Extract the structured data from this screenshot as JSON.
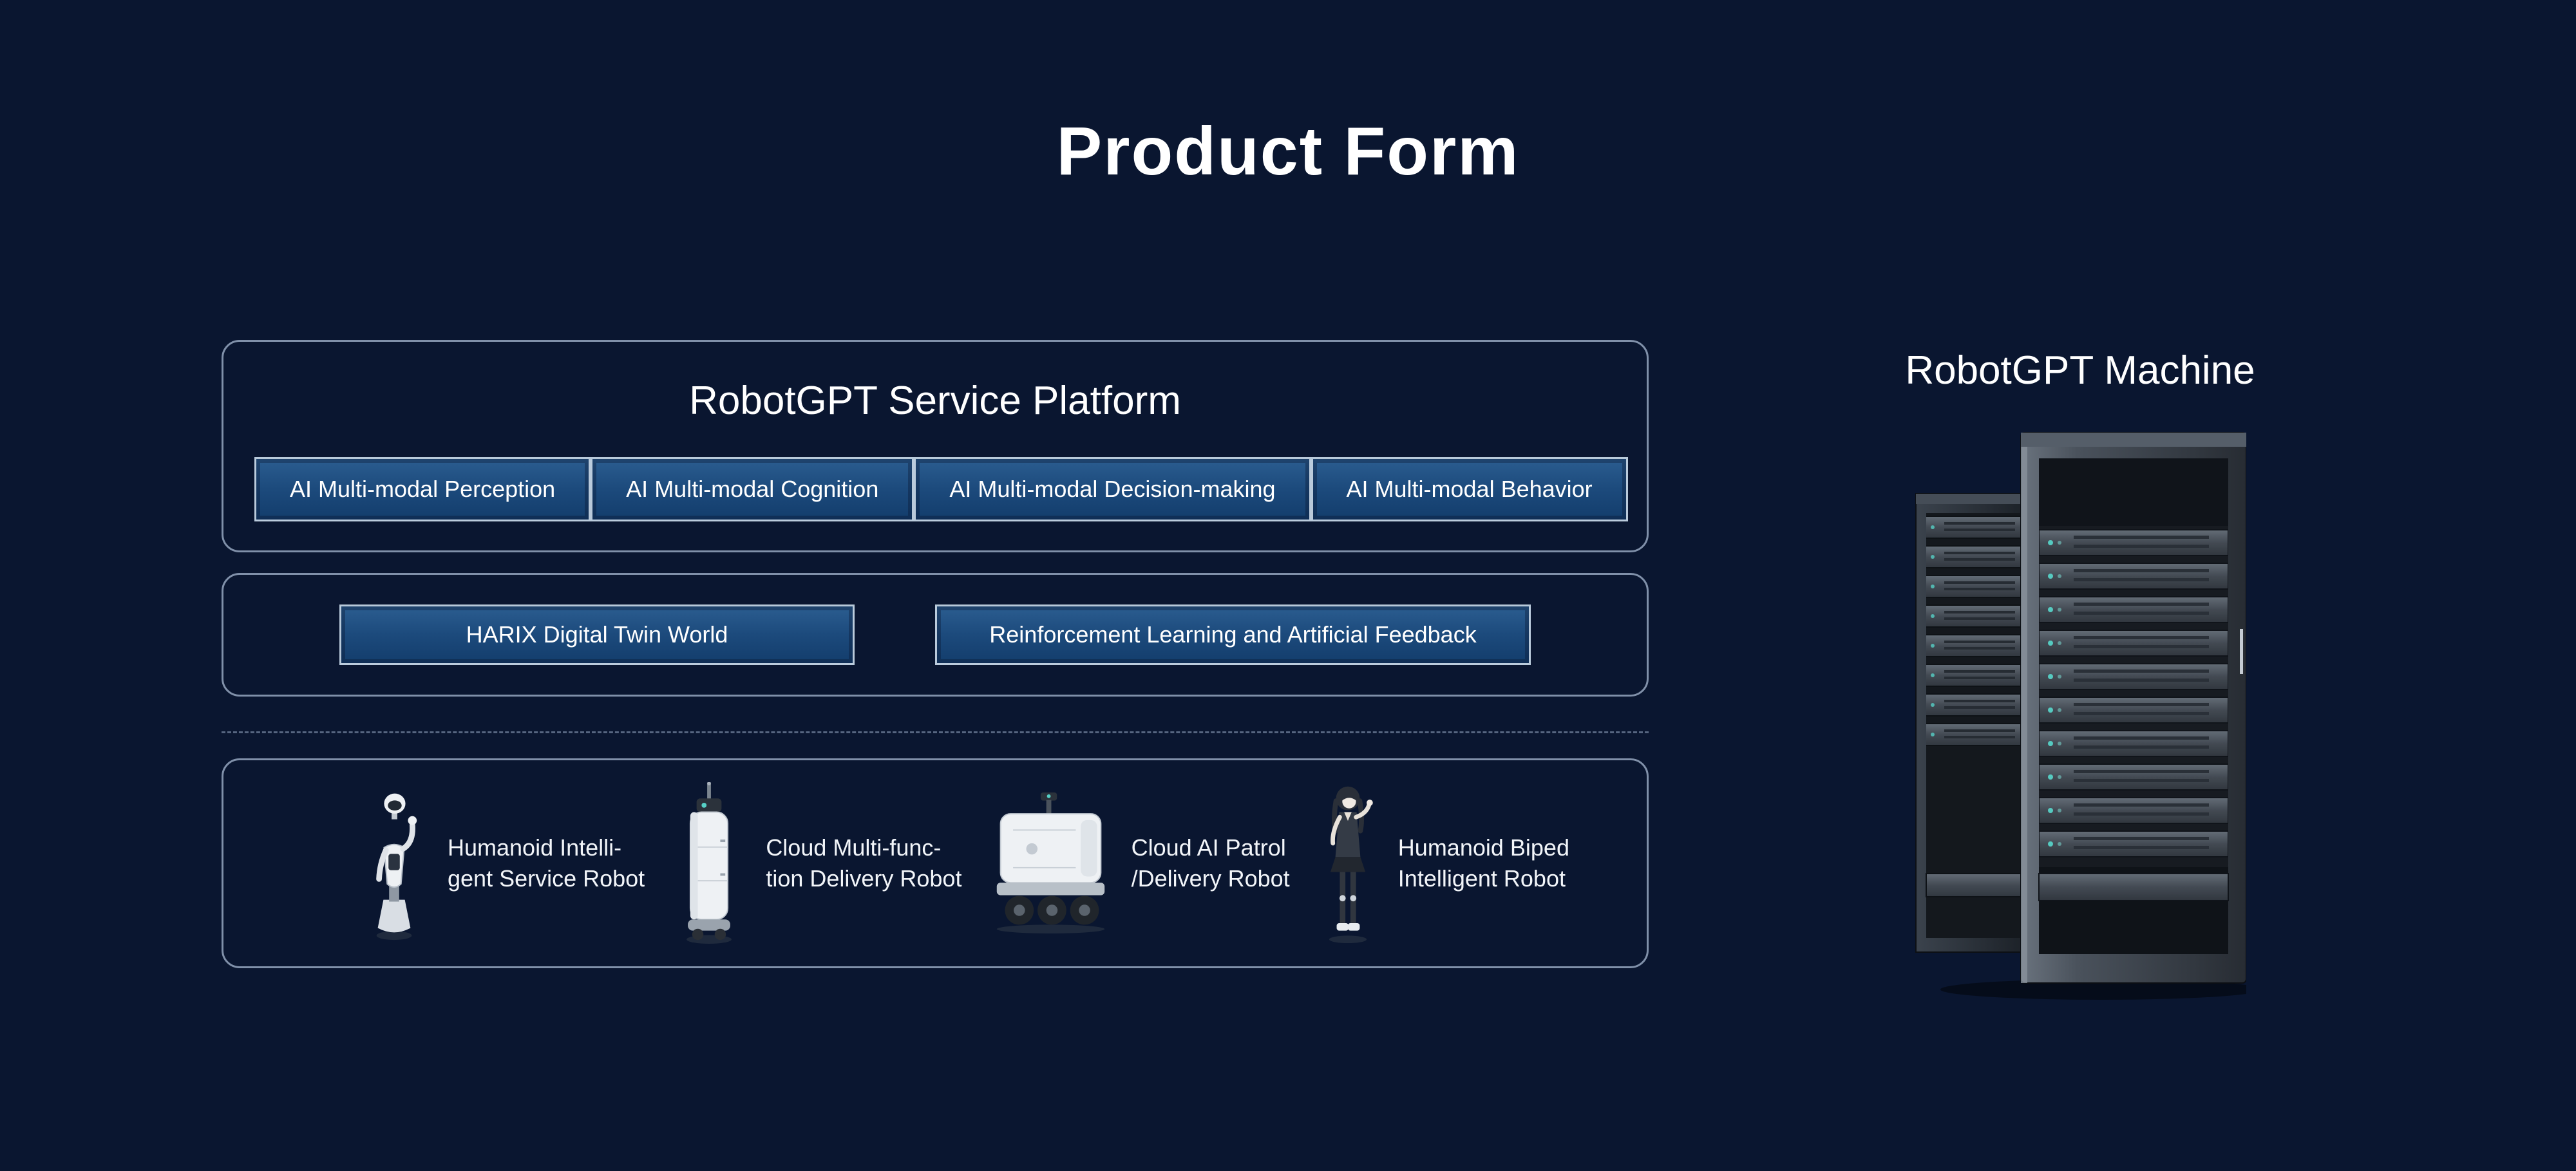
{
  "page": {
    "title": "Product Form"
  },
  "colors": {
    "background": "#0a1630",
    "chip_fill": "#1c4a7c",
    "chip_border": "#cbd8e6",
    "panel_border": "#a8bad2",
    "led_teal": "#56d0c6",
    "text": "#ffffff"
  },
  "platform": {
    "title": "RobotGPT Service Platform",
    "modules": [
      {
        "label": "AI Multi-modal Perception"
      },
      {
        "label": "AI Multi-modal Cognition"
      },
      {
        "label": "AI Multi-modal Decision-making"
      },
      {
        "label": "AI Multi-modal Behavior"
      }
    ]
  },
  "capabilities": [
    {
      "label": "HARIX Digital Twin World"
    },
    {
      "label": "Reinforcement Learning and Artificial Feedback"
    }
  ],
  "robots": [
    {
      "icon": "humanoid-service-robot-icon",
      "line1": "Humanoid Intelli-",
      "line2": "gent Service Robot"
    },
    {
      "icon": "delivery-tower-robot-icon",
      "line1": "Cloud Multi-func-",
      "line2": "tion Delivery Robot"
    },
    {
      "icon": "patrol-delivery-robot-icon",
      "line1": "Cloud AI Patrol",
      "line2": "/Delivery Robot"
    },
    {
      "icon": "biped-humanoid-robot-icon",
      "line1": "Humanoid Biped",
      "line2": "Intelligent Robot"
    }
  ],
  "machine": {
    "title": "RobotGPT Machine",
    "image": "server-rack-image"
  }
}
